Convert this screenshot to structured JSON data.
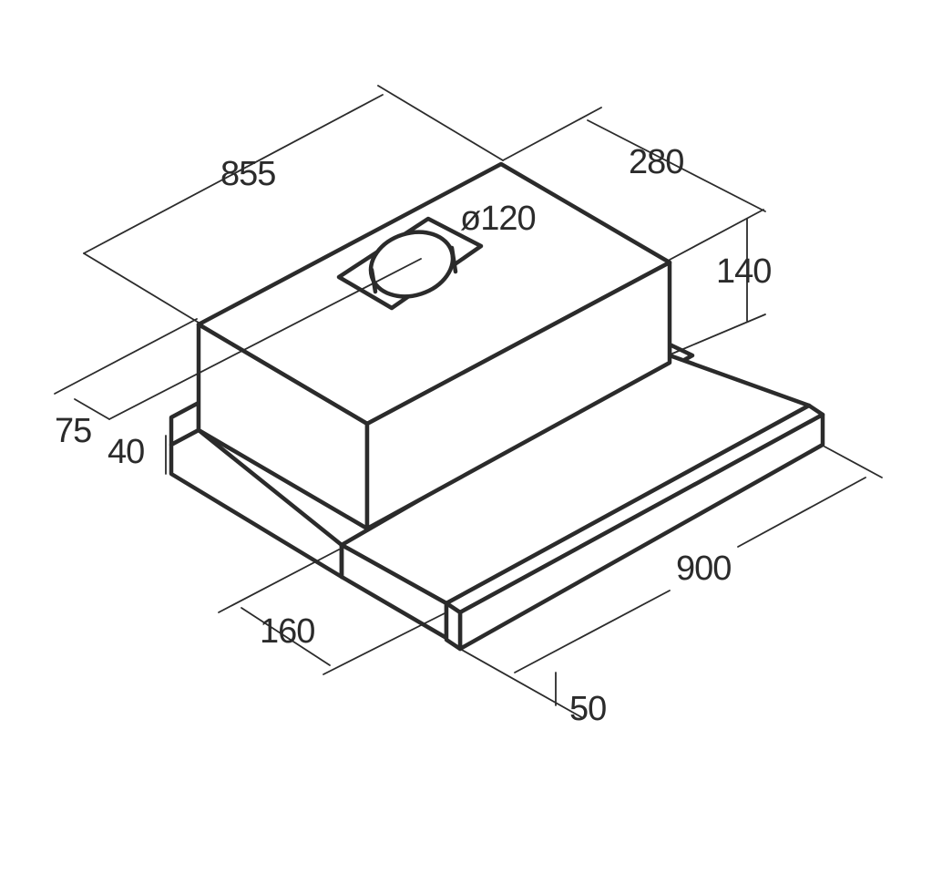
{
  "dimensions": {
    "width_top": "855",
    "depth": "280",
    "duct_diameter": "ø120",
    "height_body": "140",
    "offset_side": "75",
    "height_base": "40",
    "extension_depth": "160",
    "width_total": "900",
    "front_strip": "50"
  }
}
